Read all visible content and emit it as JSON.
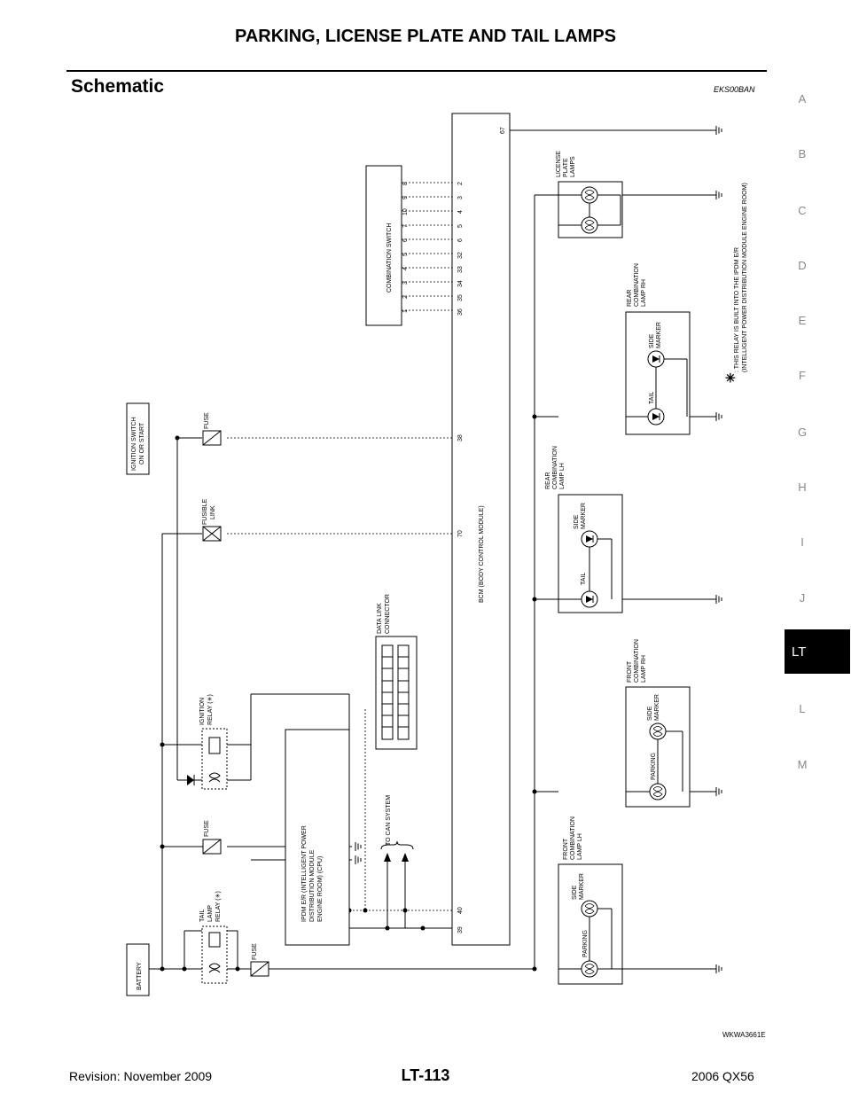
{
  "header": {
    "title": "PARKING, LICENSE PLATE AND TAIL LAMPS"
  },
  "section": {
    "title": "Schematic",
    "code": "EKS00BAN"
  },
  "nav": {
    "letters": [
      "A",
      "B",
      "C",
      "D",
      "E",
      "F",
      "G",
      "H",
      "I",
      "J"
    ],
    "active": "LT",
    "lower": [
      "L",
      "M"
    ]
  },
  "diagram": {
    "battery": "BATTERY",
    "tail_lamp_relay": [
      "TAIL",
      "LAMP",
      "RELAY (✳)"
    ],
    "fuse": "FUSE",
    "ignition_relay": [
      "IGNITION",
      "RELAY (✳)"
    ],
    "fusible_link": [
      "FUSIBLE",
      "LINK"
    ],
    "ignition_switch": [
      "IGNITION SWITCH",
      "ON OR START"
    ],
    "ipdm": [
      "IPDM E/R (INTELLIGENT POWER",
      "DISTRIBUTION MODULE",
      "ENGINE ROOM) (CPU)"
    ],
    "can": "TO CAN SYSTEM",
    "data_link": [
      "DATA LINK",
      "CONNECTOR"
    ],
    "bcm": "BCM (BODY CONTROL MODULE)",
    "bcm_pins": {
      "p39": "39",
      "p40": "40",
      "p70": "70",
      "p38": "38",
      "p67": "67"
    },
    "combination_switch": "COMBINATION SWITCH",
    "cs_pins_top": [
      "1",
      "2",
      "3",
      "4",
      "5",
      "6",
      "7",
      "10",
      "9",
      "8"
    ],
    "cs_pins_bcm": [
      "36",
      "35",
      "34",
      "33",
      "32",
      "6",
      "5",
      "4",
      "3",
      "2"
    ],
    "front_lh": [
      "FRONT",
      "COMBINATION",
      "LAMP LH"
    ],
    "front_rh": [
      "FRONT",
      "COMBINATION",
      "LAMP RH"
    ],
    "rear_lh": [
      "REAR",
      "COMBINATION",
      "LAMP LH"
    ],
    "rear_rh": [
      "REAR",
      "COMBINATION",
      "LAMP RH"
    ],
    "license": [
      "LICENSE",
      "PLATE",
      "LAMPS"
    ],
    "parking": "PARKING",
    "side_marker": [
      "SIDE",
      "MARKER"
    ],
    "tail": "TAIL",
    "note_star": "✳",
    "note": [
      ": THIS RELAY IS BUILT INTO THE IPDM E/R",
      "(INTELLIGENT POWER DISTRIBUTION MODULE ENGINE ROOM)"
    ]
  },
  "figure_code": "WKWA3661E",
  "footer": {
    "revision": "Revision: November 2009",
    "page": "LT-113",
    "model": "2006 QX56"
  }
}
